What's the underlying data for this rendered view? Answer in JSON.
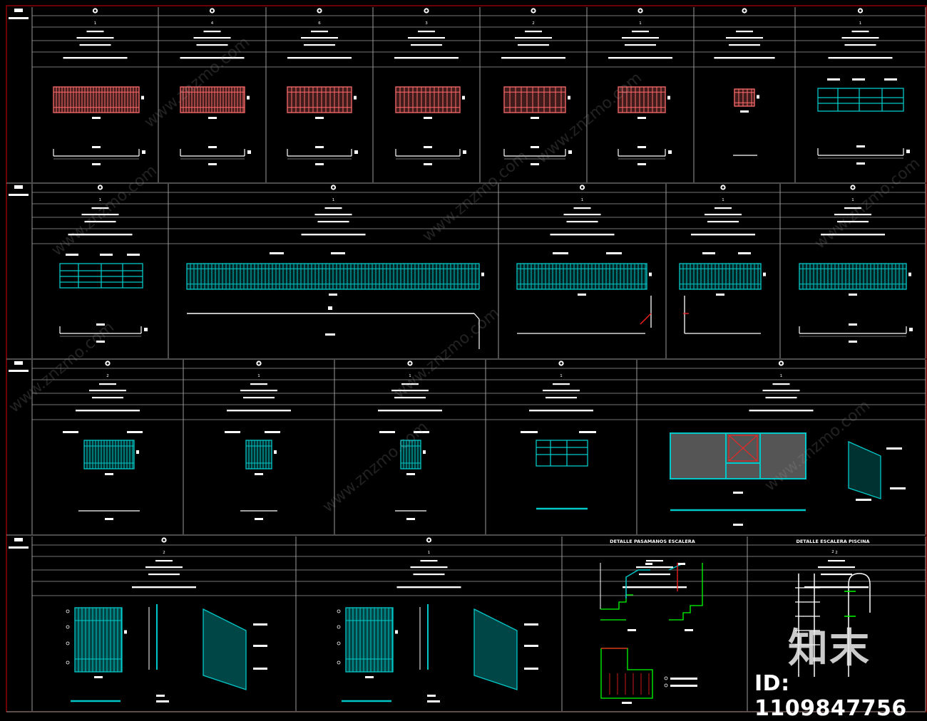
{
  "sheet": {
    "colors": {
      "background": "#000000",
      "frame": "#b00000",
      "grid": "#9a9a9a",
      "cyan": "#00c8c8",
      "salmon": "#ff6b6b",
      "red": "#ff2020",
      "green": "#00ff00",
      "white": "#ffffff"
    }
  },
  "detail_titles": {
    "stair_handrail": "DETALLE PASAMANOS ESCALERA",
    "ladder": "DETALLE ESCALERA PISCINA"
  },
  "panel_numbers": {
    "row1": [
      "1",
      "4",
      "6",
      "3",
      "2",
      "1",
      "",
      "1"
    ],
    "row2": [
      "1",
      "1",
      "1",
      "1",
      "1"
    ],
    "row3": [
      "2",
      "1",
      "1",
      "1",
      "1"
    ],
    "row4": [
      "2",
      "1",
      "",
      "2"
    ]
  },
  "watermark": {
    "id_text": "ID: 1109847756",
    "logo_text": "知末",
    "site_text": "www.znzmo.com"
  }
}
